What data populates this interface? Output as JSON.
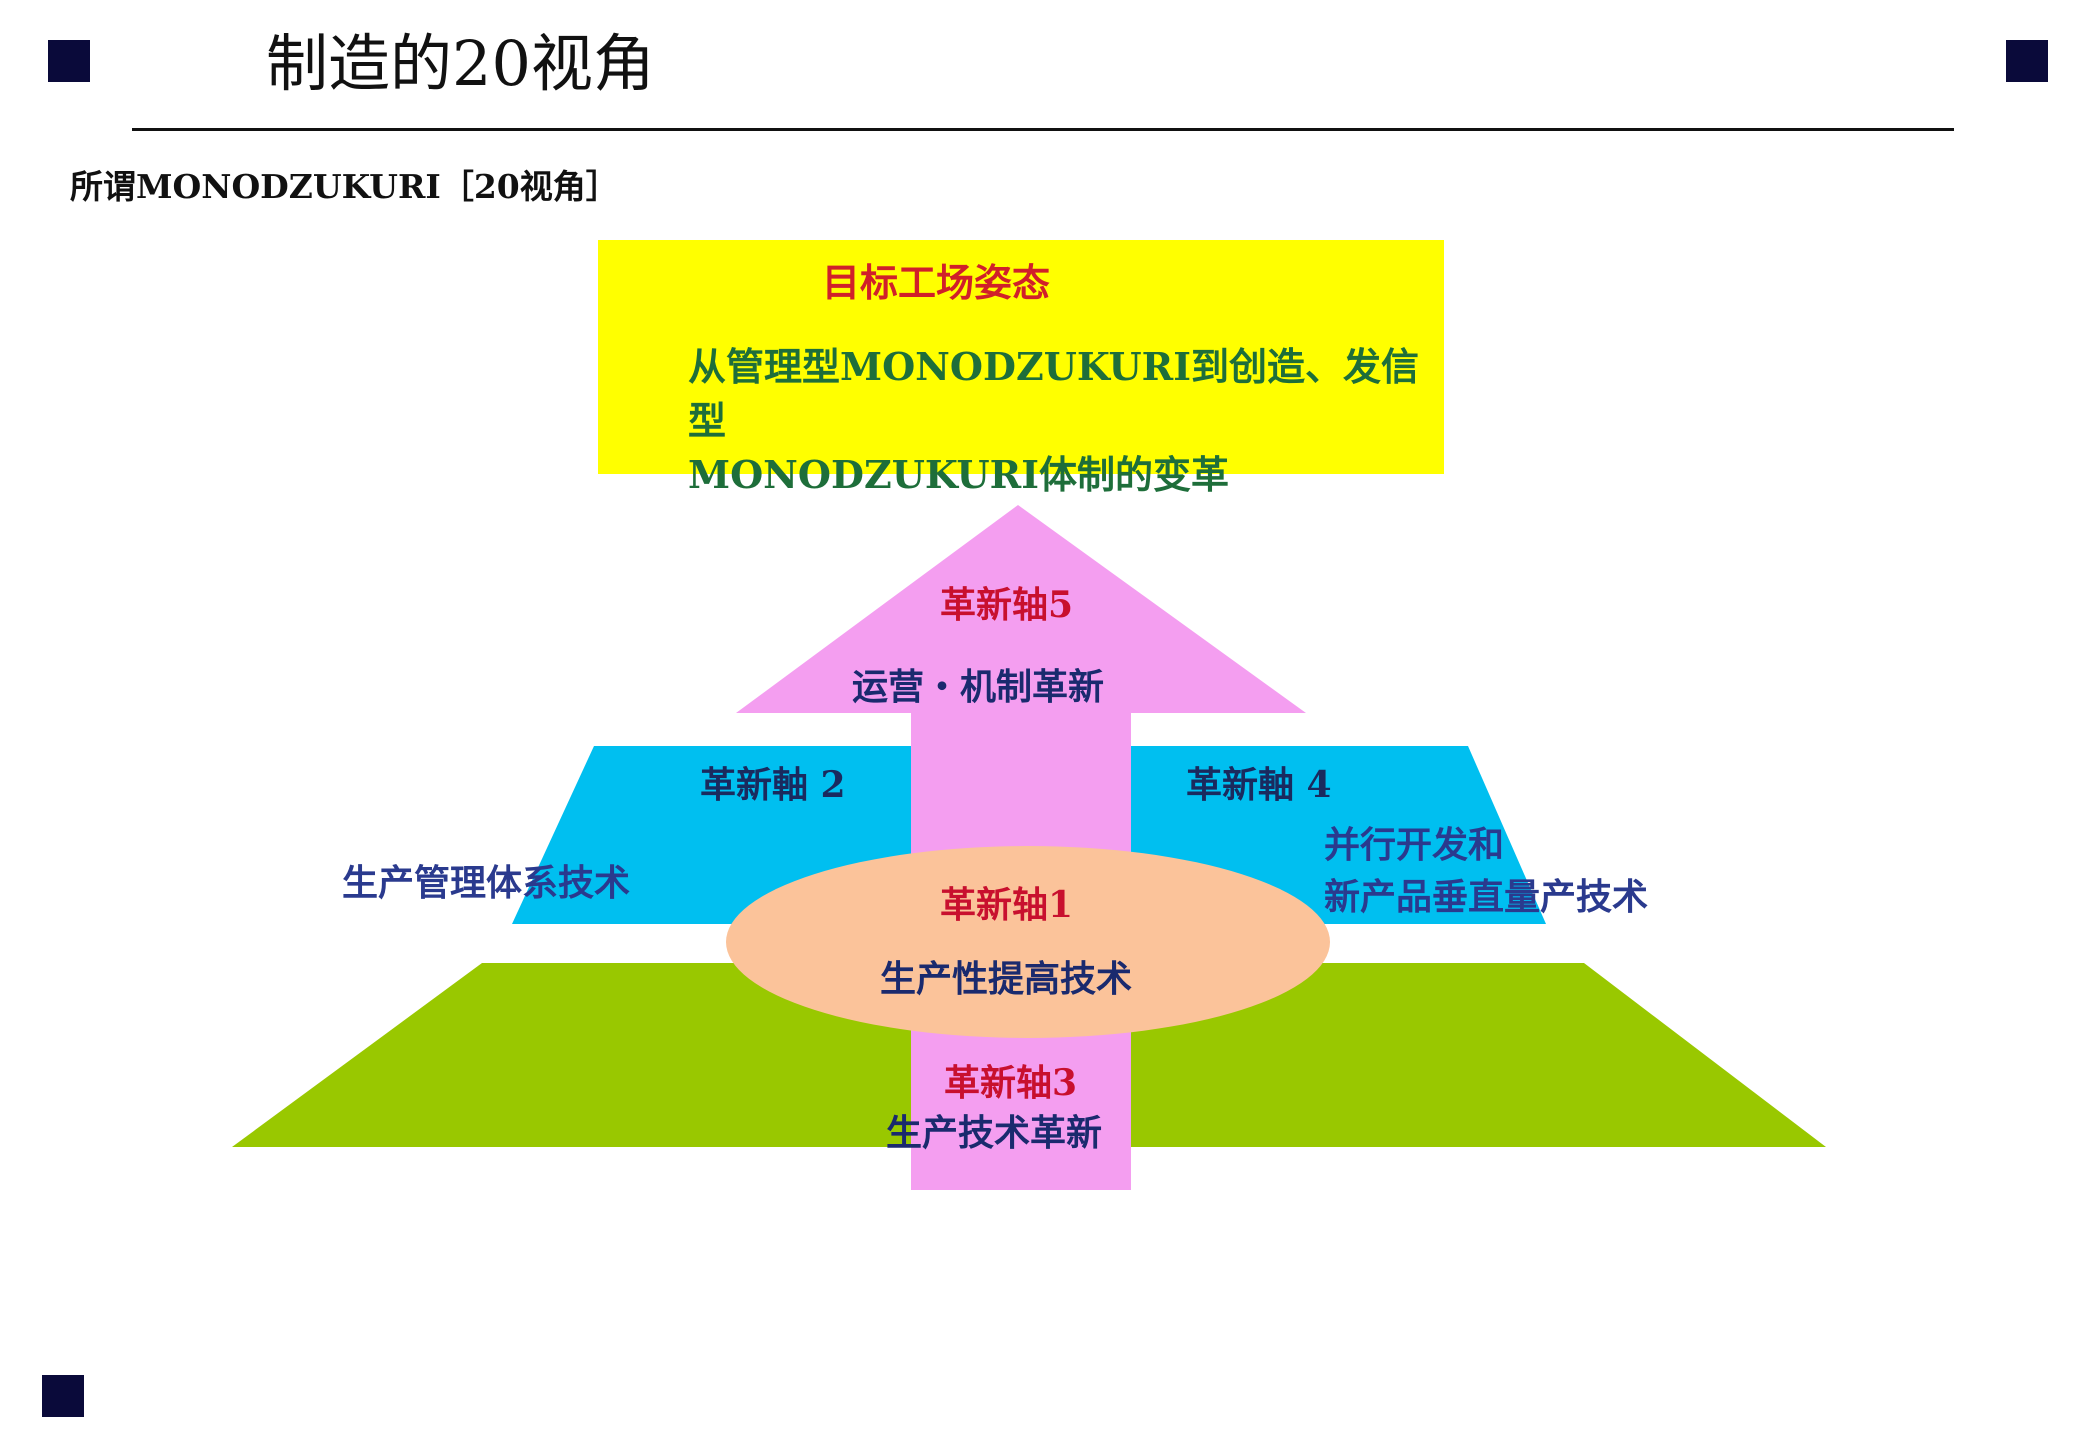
{
  "page_title": "制造的20视角",
  "subtitle": "所谓MONODZUKURI［20视角］",
  "colors": {
    "goal_fill": "#ffff00",
    "arrow_fill": "#f49ef0",
    "blue_fill": "#00bff0",
    "green_fill": "#99c800",
    "ellipse_fill": "#fbc39a",
    "corner_fill": "#0a0a3a"
  },
  "goal": {
    "title": "目标工场姿态",
    "line1": "从管理型MONODZUKURI到创造、发信型",
    "line2": "MONODZUKURI体制的变革"
  },
  "axes": {
    "axis5": {
      "label": "革新轴5",
      "text": "运营・机制革新"
    },
    "axis2": {
      "label": "革新軸 2",
      "text": "生产管理体系技术"
    },
    "axis4": {
      "label": "革新軸 4",
      "line1": "并行开发和",
      "line2": "新产品垂直量产技术"
    },
    "axis1": {
      "label": "革新轴1",
      "text": "生产性提高技术"
    },
    "axis3": {
      "label": "革新轴3",
      "text": "生产技术革新"
    }
  }
}
